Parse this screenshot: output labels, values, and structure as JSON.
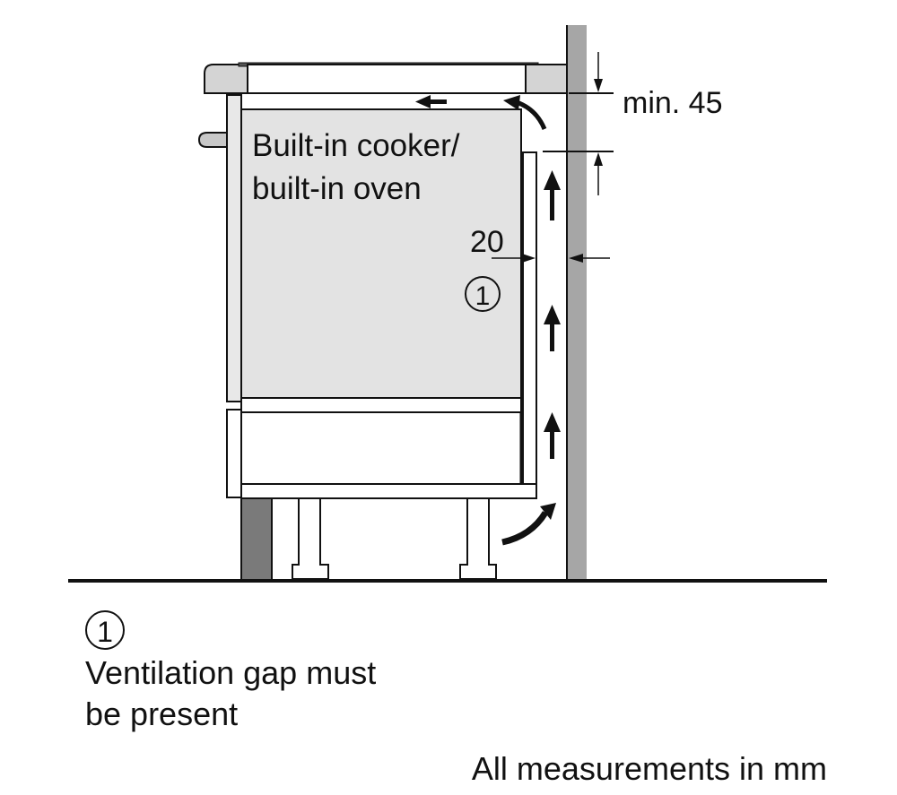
{
  "diagram": {
    "title": "Built-in cooker installation ventilation clearances",
    "appliance_label_line1": "Built-in cooker/",
    "appliance_label_line2": "built-in oven",
    "dimensions": {
      "top_gap": {
        "label": "min. 45",
        "value": 45,
        "prefix": "min."
      },
      "rear_gap": {
        "label": "20",
        "value": 20
      }
    },
    "callout_marker": "①",
    "legend": {
      "marker": "①",
      "text_line1": "Ventilation gap must",
      "text_line2": "be present"
    },
    "units_note": "All measurements in mm",
    "colors": {
      "line": "#111111",
      "oven_fill": "#e3e3e3",
      "worktop_fill": "#d4d4d4",
      "wall_fill": "#a6a6a6",
      "plinth_fill": "#7a7a7a",
      "background": "#ffffff"
    }
  }
}
